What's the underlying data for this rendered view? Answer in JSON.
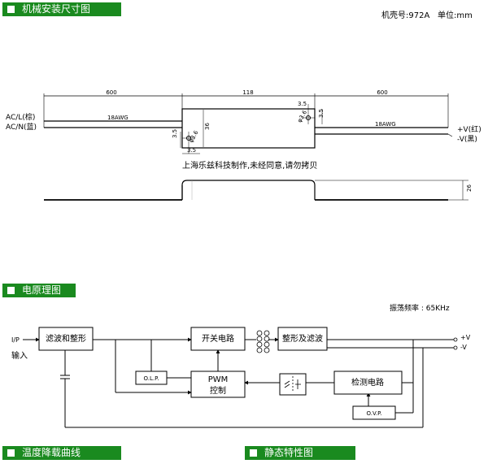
{
  "headers": {
    "mechanical": "机械安装尺寸图",
    "circuit": "电原理图",
    "derating": "温度降载曲线",
    "static": "静态特性图"
  },
  "meta": {
    "case_no": "机壳号:972A",
    "unit": "单位:mm"
  },
  "mechanical": {
    "dim_left_length": "600",
    "dim_body_length": "118",
    "dim_right_length": "600",
    "wire_gauge_left": "18AWG",
    "wire_gauge_right": "18AWG",
    "input_l": "AC/L(棕)",
    "input_n": "AC/N(蓝)",
    "output_pos": "+V(红)",
    "output_neg": "-V(黑)",
    "dim_hole_left": "φ3.6",
    "dim_hole_right": "φ3.6",
    "dim_width": "36",
    "dim_left_v": "3.5",
    "dim_left_h": "3.5",
    "dim_right_top": "3.5",
    "dim_right_v": "3.5",
    "copyright": "上海乐兹科技制作,未经同意,请勿拷贝",
    "dim_height": "26"
  },
  "circuit": {
    "frequency": "振荡频率 : 65KHz",
    "ip_label": "I/P",
    "input_label": "输入",
    "block_filter": "滤波和整形",
    "block_switch": "开关电路",
    "block_rect": "整形及滤波",
    "block_olp": "O.L.P.",
    "block_pwm_1": "PWM",
    "block_pwm_2": "控制",
    "block_detect": "检测电路",
    "block_ovp": "O.V.P.",
    "out_pos": "+V",
    "out_neg": "-V"
  }
}
